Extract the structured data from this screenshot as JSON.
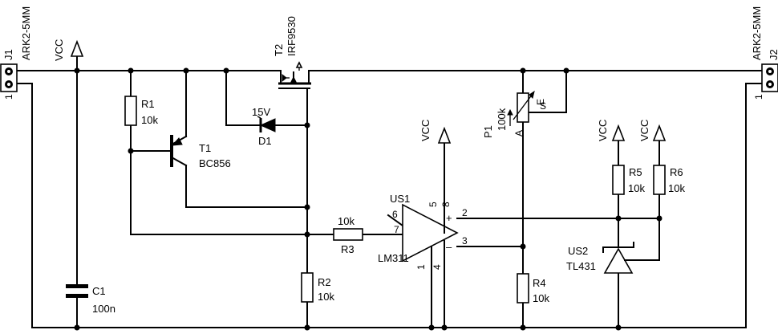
{
  "connectors": {
    "j1": {
      "ref": "J1",
      "value": "ARK2-5MM",
      "pin1": "1"
    },
    "j2": {
      "ref": "J2",
      "value": "ARK2-5MM",
      "pin1": "1"
    }
  },
  "power": {
    "vcc_main": "VCC",
    "vcc_us1": "VCC",
    "vcc_r5": "VCC",
    "vcc_r6": "VCC"
  },
  "components": {
    "r1": {
      "ref": "R1",
      "value": "10k"
    },
    "r2": {
      "ref": "R2",
      "value": "10k"
    },
    "r3": {
      "ref": "R3",
      "value": "10k"
    },
    "r4": {
      "ref": "R4",
      "value": "10k"
    },
    "r5": {
      "ref": "R5",
      "value": "10k"
    },
    "r6": {
      "ref": "R6",
      "value": "10k"
    },
    "c1": {
      "ref": "C1",
      "value": "100n"
    },
    "d1": {
      "ref": "D1",
      "value": "15V"
    },
    "t1": {
      "ref": "T1",
      "value": "BC856"
    },
    "t2": {
      "ref": "T2",
      "value": "IRF9530"
    },
    "p1": {
      "ref": "P1",
      "value": "100k",
      "pin_e": "E",
      "pin_s": "S",
      "pin_a": "A"
    },
    "us1": {
      "ref": "US1",
      "value": "LM311",
      "pins": [
        "5",
        "8",
        "6",
        "7",
        "2",
        "3",
        "1",
        "4"
      ],
      "plus": "+",
      "minus": "–"
    },
    "us2": {
      "ref": "US2",
      "value": "TL431"
    }
  }
}
